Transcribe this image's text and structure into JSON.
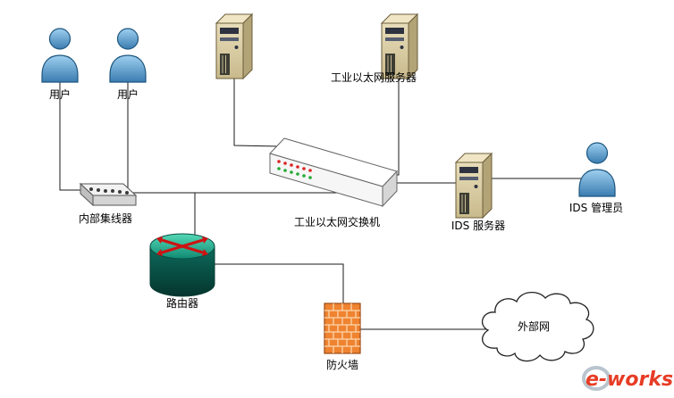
{
  "diagram": {
    "nodes": {
      "user1": {
        "label": "用户",
        "type": "person"
      },
      "user2": {
        "label": "用户",
        "type": "person"
      },
      "server_top": {
        "label": "",
        "type": "server"
      },
      "industrial_server": {
        "label": "工业以太网服务器",
        "type": "server"
      },
      "hub": {
        "label": "内部集线器",
        "type": "hub"
      },
      "switch": {
        "label": "工业以太网交换机",
        "type": "switch"
      },
      "ids_server": {
        "label": "IDS 服务器",
        "type": "server"
      },
      "ids_admin": {
        "label": "IDS 管理员",
        "type": "person"
      },
      "router": {
        "label": "路由器",
        "type": "router"
      },
      "firewall": {
        "label": "防火墙",
        "type": "firewall"
      },
      "external_net": {
        "label": "外部网",
        "type": "cloud"
      }
    },
    "edges": [
      {
        "from": "user1",
        "to": "hub"
      },
      {
        "from": "user2",
        "to": "hub"
      },
      {
        "from": "hub",
        "to": "switch"
      },
      {
        "from": "server_top",
        "to": "switch"
      },
      {
        "from": "industrial_server",
        "to": "switch"
      },
      {
        "from": "switch",
        "to": "ids_server"
      },
      {
        "from": "ids_server",
        "to": "ids_admin"
      },
      {
        "from": "switch",
        "to": "router"
      },
      {
        "from": "router",
        "to": "firewall"
      },
      {
        "from": "firewall",
        "to": "external_net"
      }
    ],
    "colors": {
      "person_blue": "#4a90c8",
      "server_body": "#d8cba4",
      "router_top_green": "#27a392",
      "router_arrow_red": "#cf1212",
      "firewall_orange": "#ef8330",
      "line_black": "#1a1a1a"
    }
  },
  "logo": {
    "text": "e-works"
  }
}
